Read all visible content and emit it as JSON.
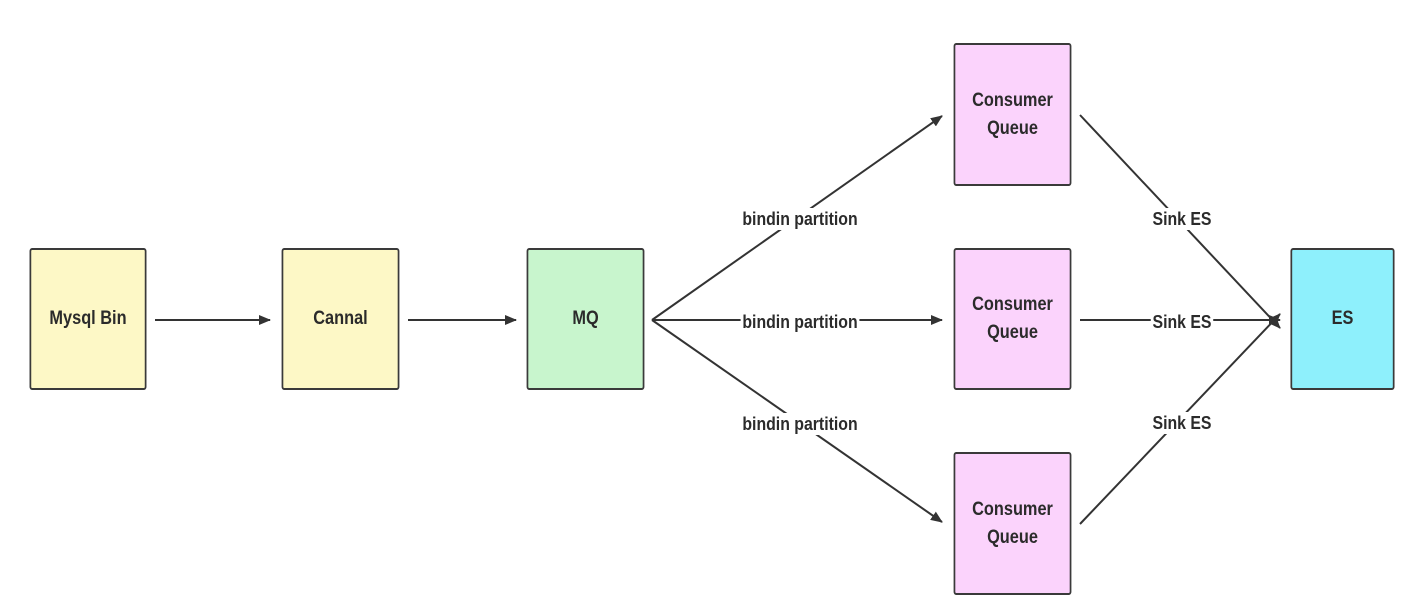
{
  "diagram": {
    "nodes": {
      "mysql_bin": {
        "label": "Mysql Bin",
        "color": "#fdf8c6"
      },
      "cannal": {
        "label": "Cannal",
        "color": "#fdf8c6"
      },
      "mq": {
        "label": "MQ",
        "color": "#c8f5cd"
      },
      "consumer_queue_1": {
        "label": "Consumer\nQueue",
        "color": "#fbd3fc"
      },
      "consumer_queue_2": {
        "label": "Consumer\nQueue",
        "color": "#fbd3fc"
      },
      "consumer_queue_3": {
        "label": "Consumer\nQueue",
        "color": "#fbd3fc"
      },
      "es": {
        "label": "ES",
        "color": "#8ef0fc"
      }
    },
    "edges": {
      "mysql_to_cannal": {
        "from": "Mysql Bin",
        "to": "Cannal",
        "label": ""
      },
      "cannal_to_mq": {
        "from": "Cannal",
        "to": "MQ",
        "label": ""
      },
      "mq_to_cq1": {
        "from": "MQ",
        "to": "Consumer Queue",
        "label": "bindin partition"
      },
      "mq_to_cq2": {
        "from": "MQ",
        "to": "Consumer Queue",
        "label": "bindin partition"
      },
      "mq_to_cq3": {
        "from": "MQ",
        "to": "Consumer Queue",
        "label": "bindin partition"
      },
      "cq1_to_es": {
        "from": "Consumer Queue",
        "to": "ES",
        "label": "Sink ES"
      },
      "cq2_to_es": {
        "from": "Consumer Queue",
        "to": "ES",
        "label": "Sink ES"
      },
      "cq3_to_es": {
        "from": "Consumer Queue",
        "to": "ES",
        "label": "Sink ES"
      }
    },
    "line_color": "#333333"
  }
}
